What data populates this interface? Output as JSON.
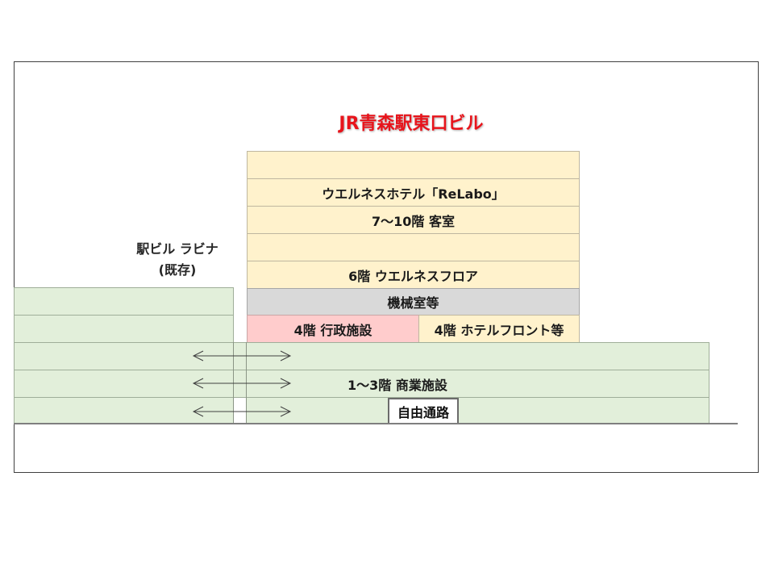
{
  "title": "JR青森駅東口ビル",
  "colors": {
    "title": "#e8141b",
    "hotel_floors": "#fff2cc",
    "machine_room": "#d9d9d9",
    "admin_facility": "#ffcccc",
    "commercial": "#e2efda"
  },
  "existing_building": {
    "label_line1": "駅ビル ラビナ",
    "label_line2": "(既存)"
  },
  "tower": {
    "rows": [
      {
        "label": ""
      },
      {
        "label": "ウエルネスホテル「ReLabo」"
      },
      {
        "label": "7〜10階  客室"
      },
      {
        "label": ""
      },
      {
        "label": "6階  ウエルネスフロア"
      }
    ],
    "machine_room": "機械室等",
    "floor4_left": "4階  行政施設",
    "floor4_right": "4階  ホテルフロント等"
  },
  "commercial": {
    "label": "1〜3階  商業施設",
    "passage": "自由通路"
  },
  "connections": {
    "icon": "double-arrow-icon",
    "count": 3
  }
}
